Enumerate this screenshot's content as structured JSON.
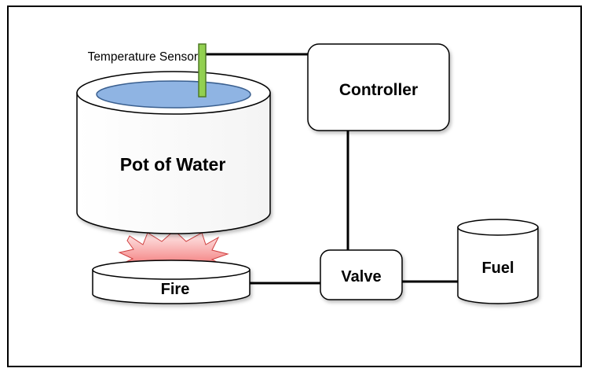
{
  "diagram": {
    "sensor_label": "Temperature Sensor",
    "pot_label": "Pot of Water",
    "controller_label": "Controller",
    "fire_label": "Fire",
    "valve_label": "Valve",
    "fuel_label": "Fuel"
  },
  "colors": {
    "water": "#8fb4e3",
    "sensor": "#92d050",
    "flame": "#f26b6b",
    "stroke": "#000000"
  }
}
